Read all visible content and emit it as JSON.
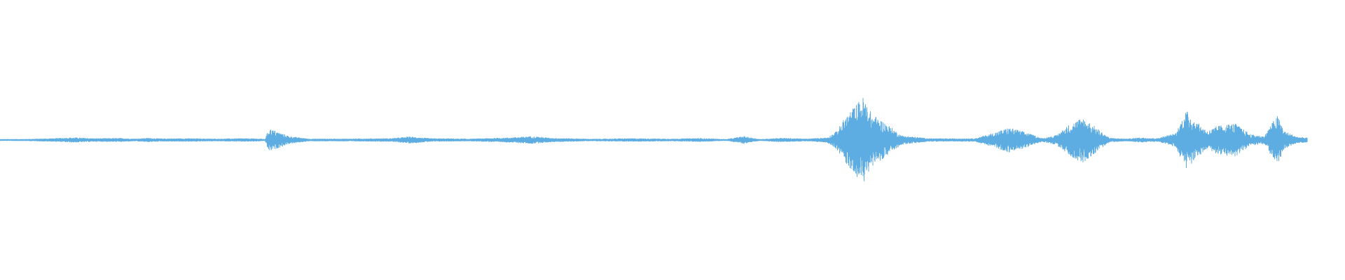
{
  "waveform": {
    "color": "#5dade2",
    "background": "#ffffff",
    "envelope": [
      [
        0.0,
        0.01
      ],
      [
        0.02,
        0.014
      ],
      [
        0.04,
        0.03
      ],
      [
        0.055,
        0.05
      ],
      [
        0.07,
        0.03
      ],
      [
        0.09,
        0.035
      ],
      [
        0.1,
        0.02
      ],
      [
        0.11,
        0.04
      ],
      [
        0.12,
        0.025
      ],
      [
        0.14,
        0.03
      ],
      [
        0.16,
        0.02
      ],
      [
        0.18,
        0.03
      ],
      [
        0.194,
        0.022
      ],
      [
        0.197,
        0.01
      ],
      [
        0.2,
        0.26
      ],
      [
        0.205,
        0.2
      ],
      [
        0.215,
        0.08
      ],
      [
        0.23,
        0.02
      ],
      [
        0.26,
        0.022
      ],
      [
        0.29,
        0.03
      ],
      [
        0.305,
        0.07
      ],
      [
        0.32,
        0.03
      ],
      [
        0.35,
        0.02
      ],
      [
        0.38,
        0.05
      ],
      [
        0.395,
        0.08
      ],
      [
        0.41,
        0.04
      ],
      [
        0.44,
        0.016
      ],
      [
        0.47,
        0.03
      ],
      [
        0.5,
        0.02
      ],
      [
        0.52,
        0.035
      ],
      [
        0.54,
        0.01
      ],
      [
        0.553,
        0.08
      ],
      [
        0.565,
        0.01
      ],
      [
        0.58,
        0.04
      ],
      [
        0.6,
        0.02
      ],
      [
        0.615,
        0.05
      ],
      [
        0.622,
        0.2
      ],
      [
        0.628,
        0.5
      ],
      [
        0.636,
        0.8
      ],
      [
        0.642,
        1.0
      ],
      [
        0.648,
        0.6
      ],
      [
        0.66,
        0.35
      ],
      [
        0.67,
        0.1
      ],
      [
        0.69,
        0.03
      ],
      [
        0.71,
        0.025
      ],
      [
        0.725,
        0.03
      ],
      [
        0.738,
        0.15
      ],
      [
        0.75,
        0.28
      ],
      [
        0.76,
        0.2
      ],
      [
        0.775,
        0.03
      ],
      [
        0.785,
        0.1
      ],
      [
        0.795,
        0.35
      ],
      [
        0.805,
        0.52
      ],
      [
        0.815,
        0.28
      ],
      [
        0.825,
        0.04
      ],
      [
        0.838,
        0.02
      ],
      [
        0.848,
        0.05
      ],
      [
        0.86,
        0.03
      ],
      [
        0.874,
        0.15
      ],
      [
        0.882,
        0.68
      ],
      [
        0.89,
        0.4
      ],
      [
        0.898,
        0.2
      ],
      [
        0.905,
        0.32
      ],
      [
        0.918,
        0.38
      ],
      [
        0.93,
        0.12
      ],
      [
        0.94,
        0.08
      ],
      [
        0.946,
        0.4
      ],
      [
        0.95,
        0.56
      ],
      [
        0.955,
        0.2
      ],
      [
        0.965,
        0.06
      ],
      [
        0.976,
        0.04
      ]
    ]
  }
}
